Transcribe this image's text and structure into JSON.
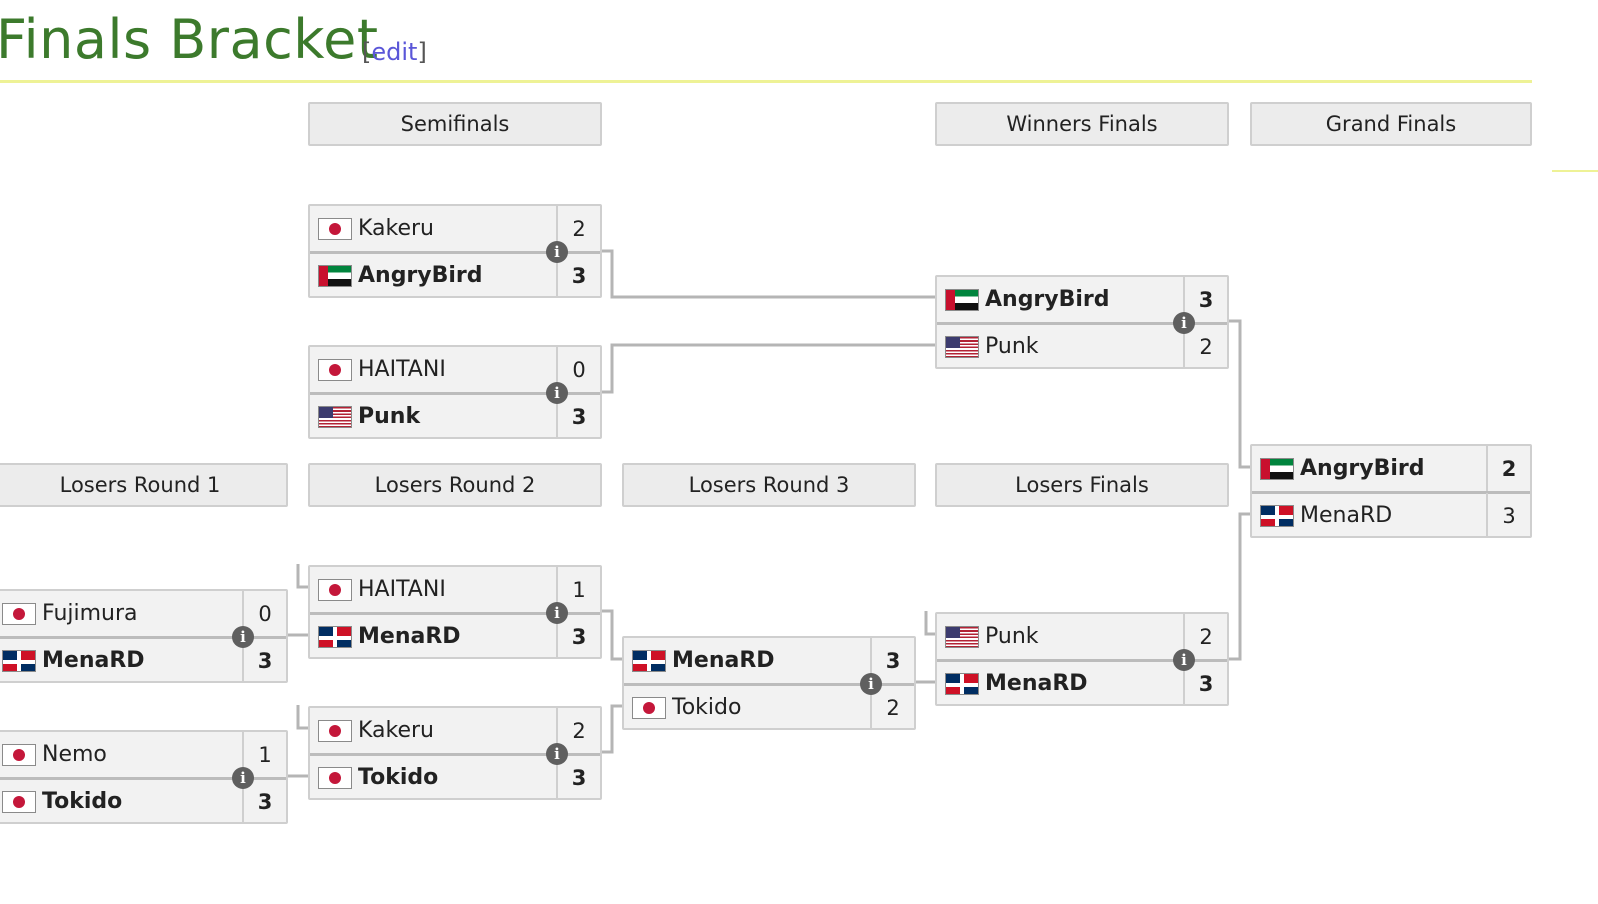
{
  "section": {
    "title": "Finals Bracket",
    "edit_open": "[",
    "edit_label": "edit",
    "edit_close": "]"
  },
  "headers": {
    "semifinals": "Semifinals",
    "winners_finals": "Winners Finals",
    "grand_finals": "Grand Finals",
    "losers_round_1": "Losers Round 1",
    "losers_round_2": "Losers Round 2",
    "losers_round_3": "Losers Round 3",
    "losers_finals": "Losers Finals"
  },
  "info_glyph": "i",
  "matches": {
    "semi1": {
      "p1": {
        "name": "Kakeru",
        "flag": "jp",
        "score": "2"
      },
      "p2": {
        "name": "AngryBird",
        "flag": "ae",
        "score": "3"
      },
      "winner": 2
    },
    "semi2": {
      "p1": {
        "name": "HAITANI",
        "flag": "jp",
        "score": "0"
      },
      "p2": {
        "name": "Punk",
        "flag": "us",
        "score": "3"
      },
      "winner": 2
    },
    "wf": {
      "p1": {
        "name": "AngryBird",
        "flag": "ae",
        "score": "3"
      },
      "p2": {
        "name": "Punk",
        "flag": "us",
        "score": "2"
      },
      "winner": 1
    },
    "gf": {
      "p1": {
        "name": "AngryBird",
        "flag": "ae",
        "score": "2"
      },
      "p2": {
        "name": "MenaRD",
        "flag": "do",
        "score": "3"
      },
      "winner": 1
    },
    "lr1a": {
      "p1": {
        "name": "Fujimura",
        "flag": "jp",
        "score": "0"
      },
      "p2": {
        "name": "MenaRD",
        "flag": "do",
        "score": "3"
      },
      "winner": 2
    },
    "lr1b": {
      "p1": {
        "name": "Nemo",
        "flag": "jp",
        "score": "1"
      },
      "p2": {
        "name": "Tokido",
        "flag": "jp",
        "score": "3"
      },
      "winner": 2
    },
    "lr2a": {
      "p1": {
        "name": "HAITANI",
        "flag": "jp",
        "score": "1"
      },
      "p2": {
        "name": "MenaRD",
        "flag": "do",
        "score": "3"
      },
      "winner": 2
    },
    "lr2b": {
      "p1": {
        "name": "Kakeru",
        "flag": "jp",
        "score": "2"
      },
      "p2": {
        "name": "Tokido",
        "flag": "jp",
        "score": "3"
      },
      "winner": 2
    },
    "lr3": {
      "p1": {
        "name": "MenaRD",
        "flag": "do",
        "score": "3"
      },
      "p2": {
        "name": "Tokido",
        "flag": "jp",
        "score": "2"
      },
      "winner": 1
    },
    "lf": {
      "p1": {
        "name": "Punk",
        "flag": "us",
        "score": "2"
      },
      "p2": {
        "name": "MenaRD",
        "flag": "do",
        "score": "3"
      },
      "winner": 2
    }
  },
  "colors": {
    "title": "#3c7a2c",
    "link": "#5a56d8",
    "rule": "#eef296",
    "connector": "#b5b5b5"
  }
}
